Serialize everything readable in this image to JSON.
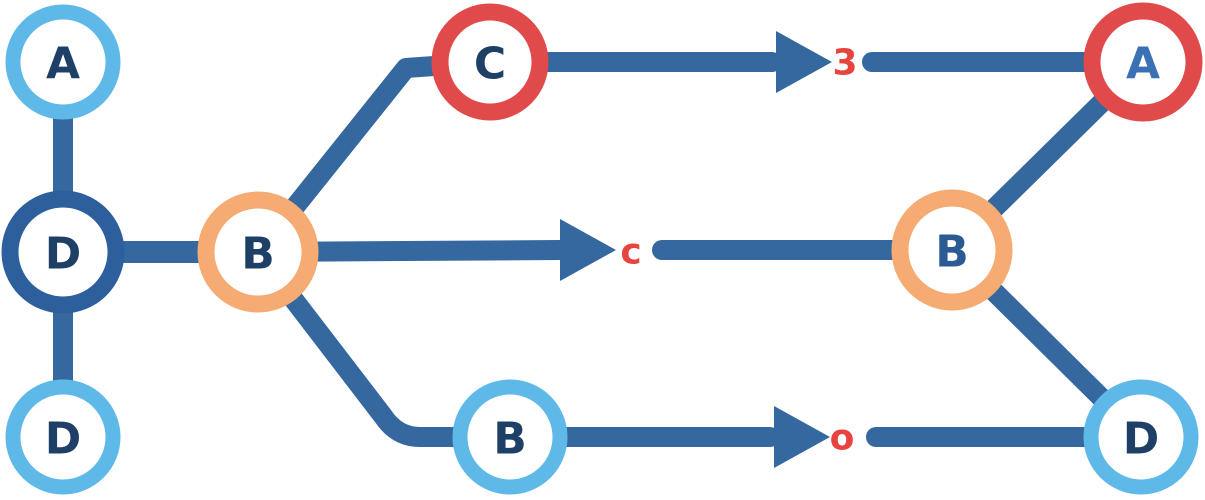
{
  "diagram": {
    "background_color": "#ffffff",
    "line_color": "#34689f",
    "edge_glyph_color": "#e8443f",
    "palette": {
      "light_blue_ring": "#5fb9e8",
      "orange_ring": "#f5ab72",
      "red_ring": "#e04a4a",
      "dark_blue_ring": "#2d5f9c",
      "navy_letter": "#1f4066"
    },
    "nodes": [
      {
        "id": "node-a-left",
        "label": "A",
        "ring_color": "#5fb9e8",
        "label_color": "#1f4066"
      },
      {
        "id": "node-d-middle-left",
        "label": "D",
        "ring_color": "#2d5f9c",
        "label_color": "#1f4066"
      },
      {
        "id": "node-d-bottom-left",
        "label": "D",
        "ring_color": "#5fb9e8",
        "label_color": "#1f4066"
      },
      {
        "id": "node-b-left",
        "label": "B",
        "ring_color": "#f5ab72",
        "label_color": "#1f4066"
      },
      {
        "id": "node-c-top",
        "label": "C",
        "ring_color": "#e04a4a",
        "label_color": "#1f4066"
      },
      {
        "id": "node-b-bottom",
        "label": "B",
        "ring_color": "#5fb9e8",
        "label_color": "#1f4066"
      },
      {
        "id": "node-a-right",
        "label": "A",
        "ring_color": "#e04a4a",
        "label_color": "#3a70b5"
      },
      {
        "id": "node-b-right",
        "label": "B",
        "ring_color": "#f5ab72",
        "label_color": "#2b5a94"
      },
      {
        "id": "node-d-right",
        "label": "D",
        "ring_color": "#5fb9e8",
        "label_color": "#1f4066"
      }
    ],
    "edge_labels": [
      {
        "id": "edge-label-top",
        "text": "3"
      },
      {
        "id": "edge-label-middle",
        "text": "c"
      },
      {
        "id": "edge-label-bottom",
        "text": "o"
      }
    ]
  }
}
